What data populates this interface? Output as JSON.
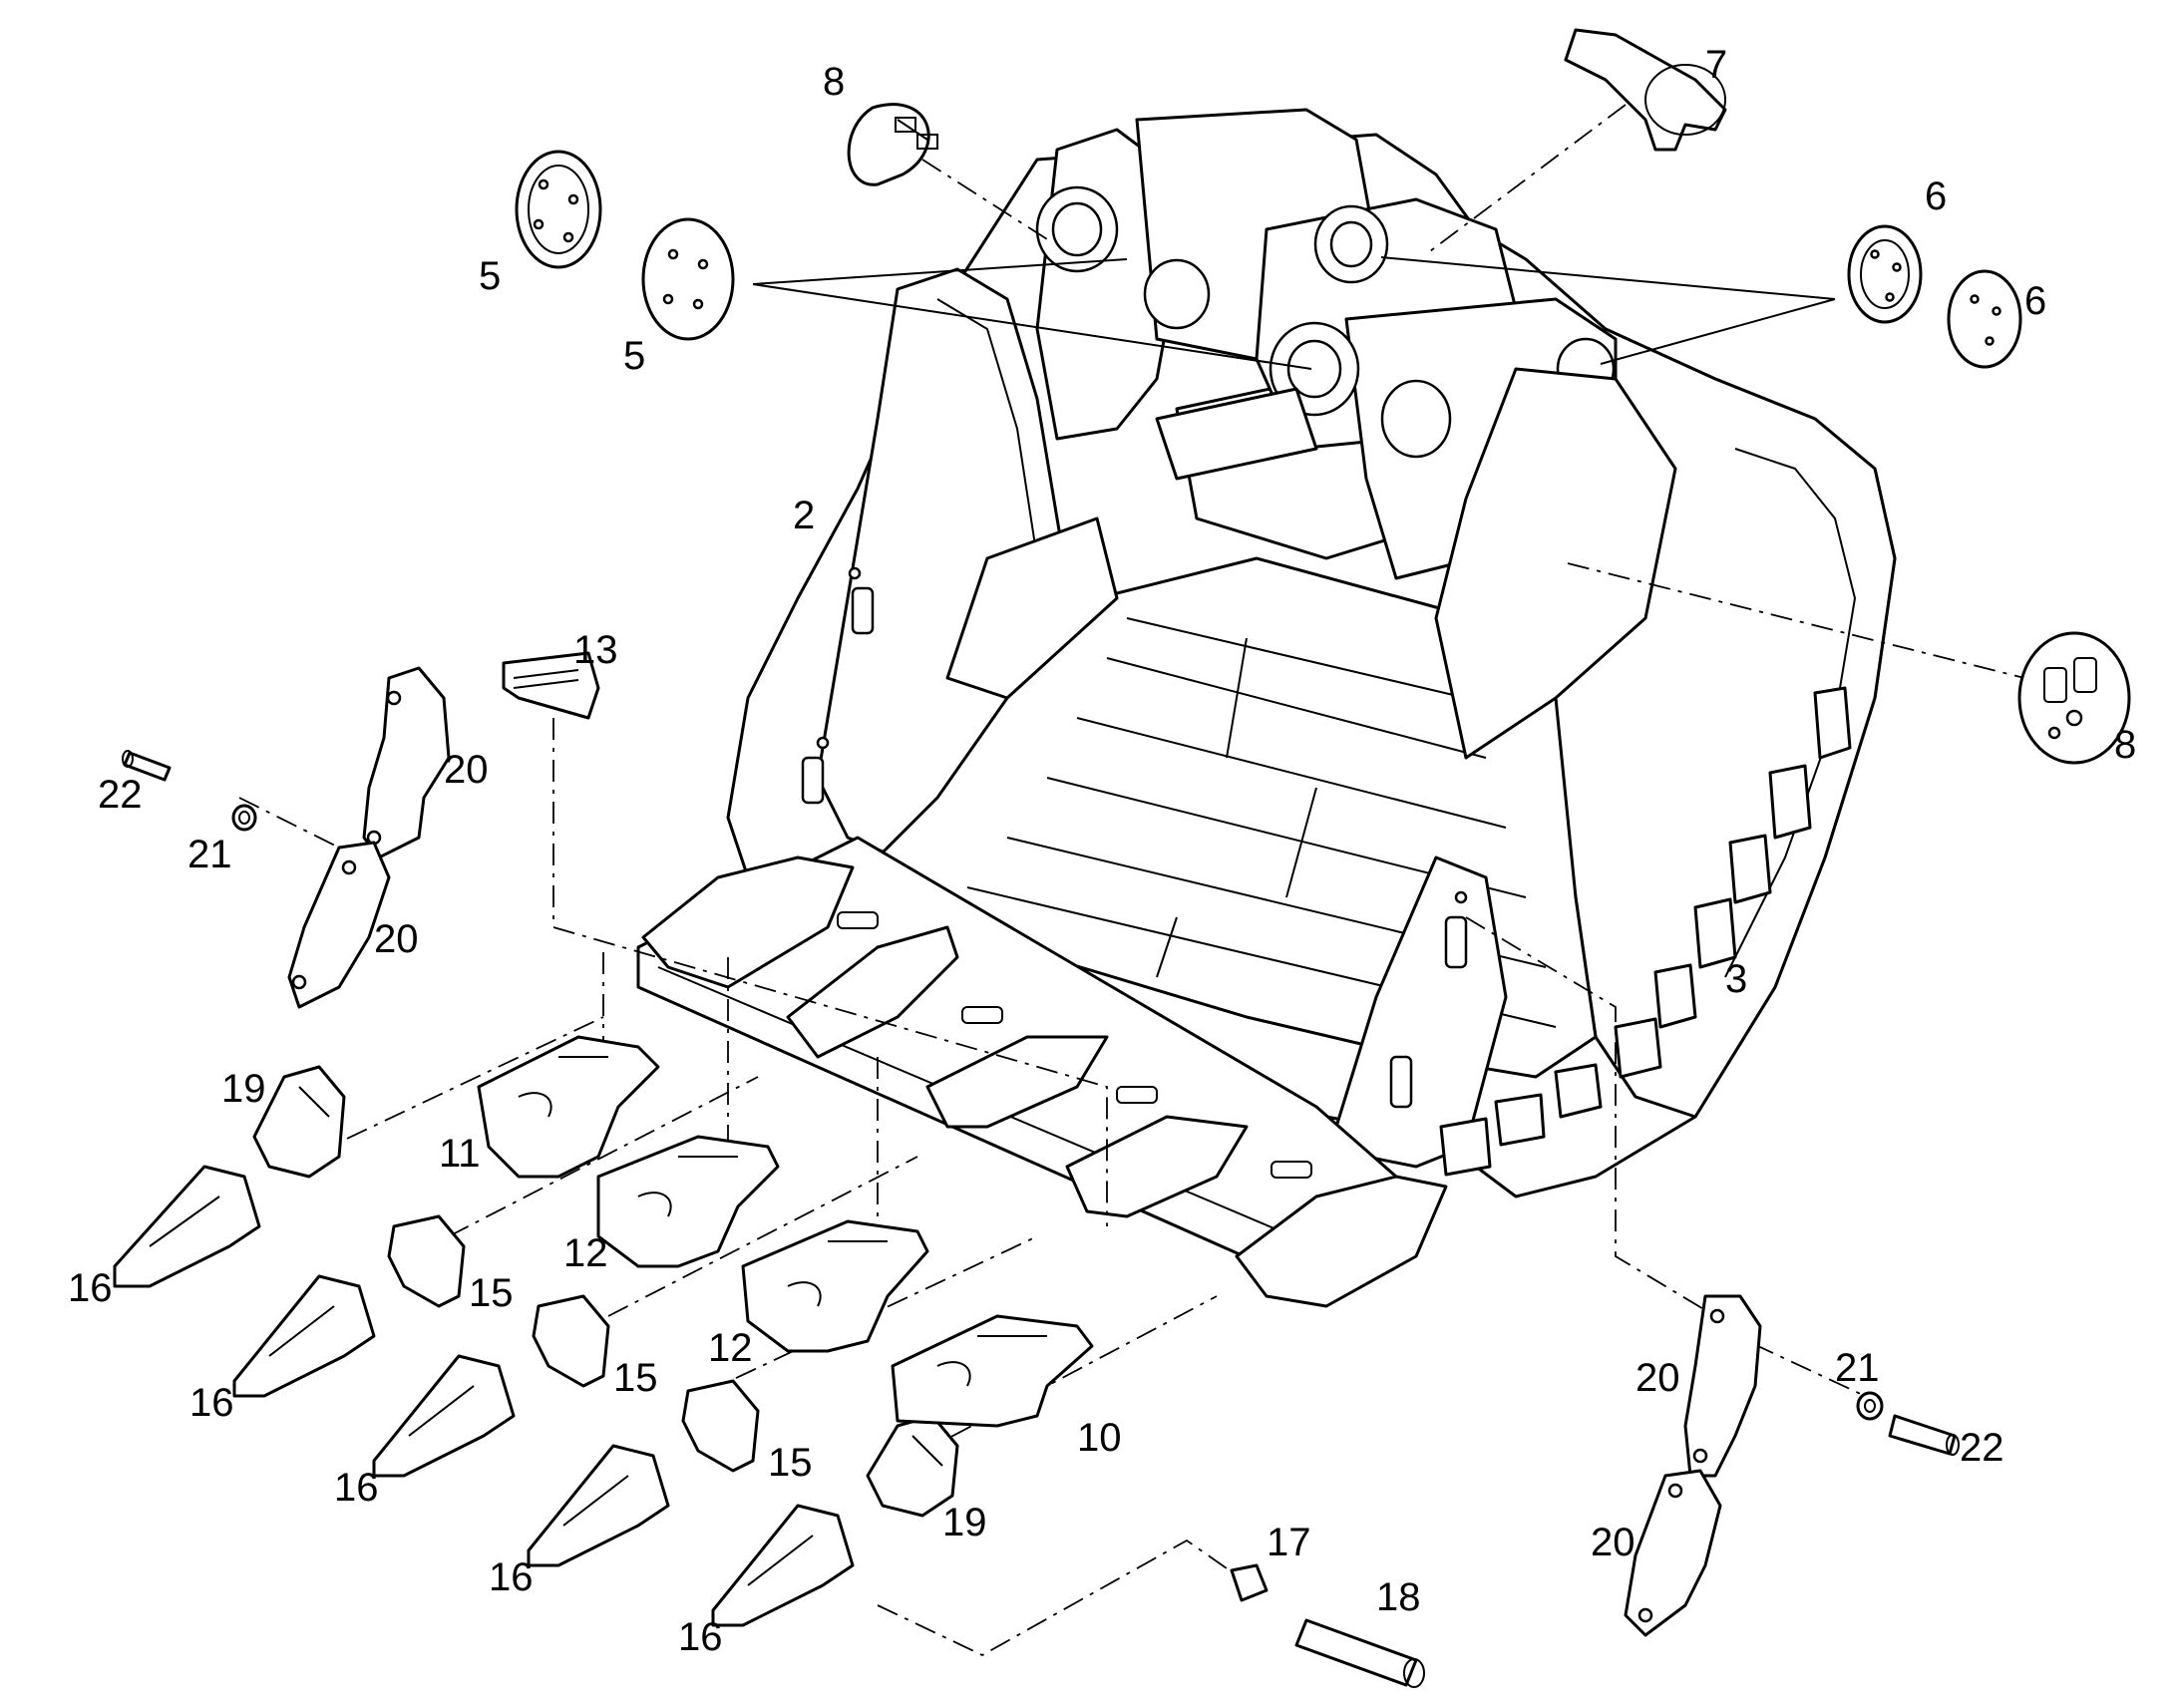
{
  "callouts": {
    "c2": "2",
    "c3": "3",
    "c5a": "5",
    "c5b": "5",
    "c6a": "6",
    "c6b": "6",
    "c7": "7",
    "c8a": "8",
    "c8b": "8",
    "c10": "10",
    "c11": "11",
    "c12a": "12",
    "c12b": "12",
    "c13": "13",
    "c15a": "15",
    "c15b": "15",
    "c15c": "15",
    "c16a": "16",
    "c16b": "16",
    "c16c": "16",
    "c16d": "16",
    "c16e": "16",
    "c17": "17",
    "c18": "18",
    "c19a": "19",
    "c19b": "19",
    "c20a": "20",
    "c20b": "20",
    "c20c": "20",
    "c20d": "20",
    "c21a": "21",
    "c21b": "21",
    "c22a": "22",
    "c22b": "22"
  },
  "colors": {
    "line": "#000000",
    "fill": "#ffffff"
  }
}
